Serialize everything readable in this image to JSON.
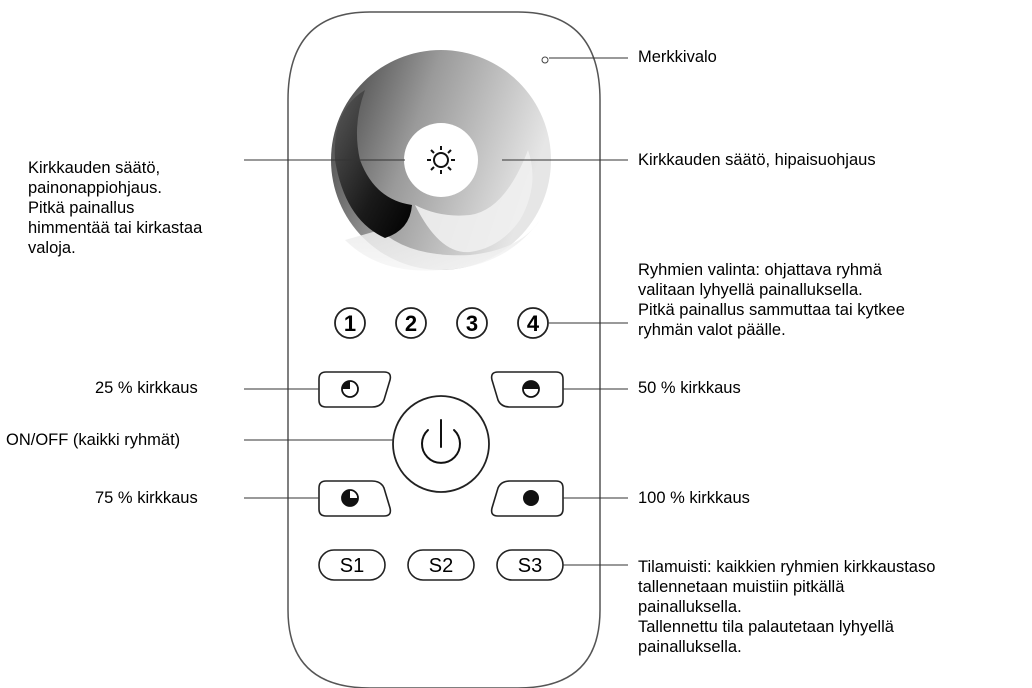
{
  "labels": {
    "indicator": "Merkkivalo",
    "brightness_button": "Kirkkauden säätö,\npainonappiohjaus.\nPitkä painallus\nhimmentää tai kirkastaa\nvaloja.",
    "brightness_touch": "Kirkkauden säätö, hipaisuohjaus",
    "groups": "Ryhmien valinta: ohjattava ryhmä\nvalitaan lyhyellä painalluksella.\nPitkä painallus sammuttaa tai kytkee\nryhmän valot päälle.",
    "b25": "25 % kirkkaus",
    "b50": "50 % kirkkaus",
    "onoff": "ON/OFF (kaikki ryhmät)",
    "b75": "75 % kirkkaus",
    "b100": "100 % kirkkaus",
    "memory": "Tilamuisti: kaikkien ryhmien kirkkaustaso\ntallennetaan muistiin pitkällä\npainalluksella.\nTallennettu tila palautetaan lyhyellä\npainalluksella."
  },
  "group_buttons": [
    "1",
    "2",
    "3",
    "4"
  ],
  "scene_buttons": [
    "S1",
    "S2",
    "S3"
  ],
  "icons": {
    "sun": "sun-icon",
    "power": "power-icon"
  }
}
